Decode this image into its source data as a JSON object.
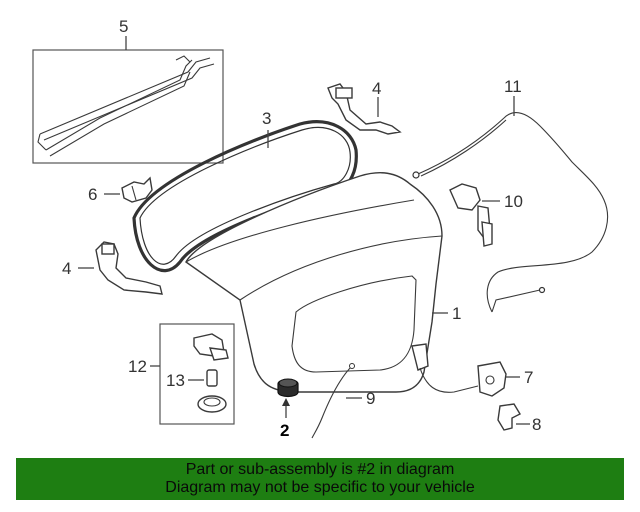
{
  "callouts": {
    "p1": "1",
    "p2": "2",
    "p3": "3",
    "p4a": "4",
    "p4b": "4",
    "p5": "5",
    "p6": "6",
    "p7": "7",
    "p8": "8",
    "p9": "9",
    "p10": "10",
    "p11": "11",
    "p12": "12",
    "p13": "13"
  },
  "banner": {
    "line1": "Part or sub-assembly is #2 in diagram",
    "line2": "Diagram may not be specific to your vehicle"
  },
  "colors": {
    "banner_bg": "#1e7e12",
    "linework": "#3a3a3a"
  }
}
